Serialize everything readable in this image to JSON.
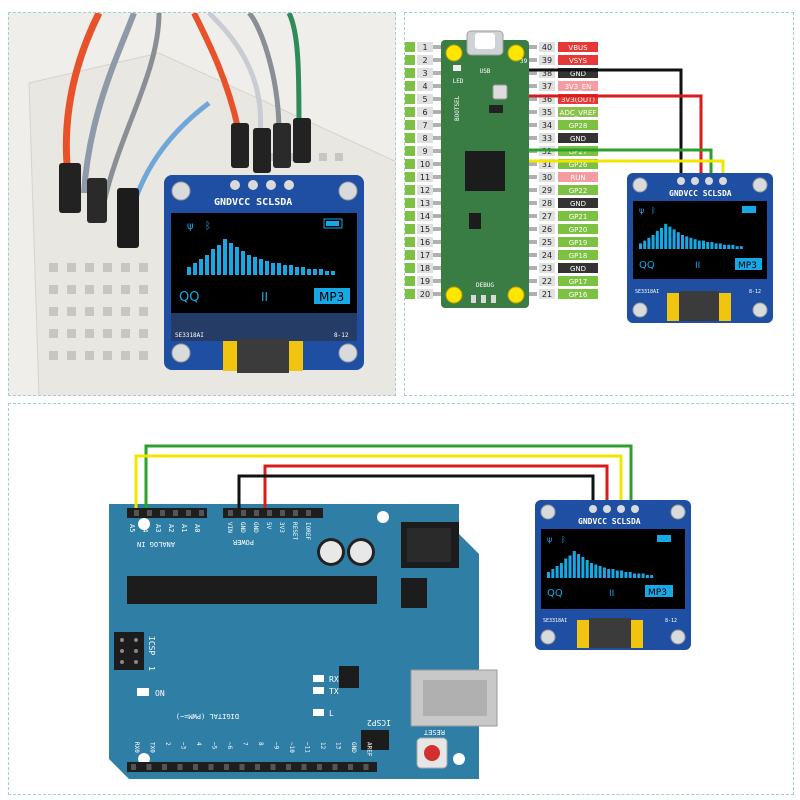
{
  "oled": {
    "header": "GNDVCC SCLSDA",
    "left_text": "QQ",
    "mid_text": "II",
    "right_text": "MP3",
    "chip": "SE3318AI",
    "small": "8-12",
    "bars": [
      4,
      6,
      8,
      10,
      13,
      15,
      18,
      16,
      14,
      12,
      10,
      9,
      8,
      7,
      6,
      6,
      5,
      5,
      4,
      4,
      3,
      3,
      3,
      2,
      2
    ]
  },
  "pico": {
    "left_pins": [
      "1",
      "2",
      "3",
      "4",
      "5",
      "6",
      "7",
      "8",
      "9",
      "10",
      "11",
      "12",
      "13",
      "14",
      "15",
      "16",
      "17",
      "18",
      "19",
      "20"
    ],
    "right_pins": [
      "40",
      "39",
      "38",
      "37",
      "36",
      "35",
      "34",
      "33",
      "32",
      "31",
      "30",
      "29",
      "28",
      "27",
      "26",
      "25",
      "24",
      "23",
      "22",
      "21"
    ],
    "right_labels": [
      "VBUS",
      "VSYS",
      "GND",
      "3V3_EN",
      "3V3(OUT)",
      "ADC_VREF",
      "GP28",
      "GND",
      "GP27",
      "GP26",
      "RUN",
      "GP22",
      "GND",
      "GP21",
      "GP20",
      "GP19",
      "GP18",
      "GND",
      "GP17",
      "GP16"
    ],
    "right_colors": [
      "#e53935",
      "#e53935",
      "#333333",
      "#f49ca0",
      "#e53935",
      "#8bc34a",
      "#7cc142",
      "#333333",
      "#7cc142",
      "#7cc142",
      "#f49ca0",
      "#7cc142",
      "#333333",
      "#7cc142",
      "#7cc142",
      "#7cc142",
      "#7cc142",
      "#333333",
      "#7cc142",
      "#7cc142"
    ],
    "led": "LED",
    "usb": "USB",
    "bootsel": "BOOTSEL",
    "debug": "DEBUG",
    "corner_39": "39"
  },
  "arduino": {
    "analog_pins": [
      "A5",
      "A4",
      "A3",
      "A2",
      "A1",
      "A0"
    ],
    "analog_label": "ANALOG IN",
    "power_pins": [
      "VIN",
      "GND",
      "GND",
      "5V",
      "3V3",
      "RESET",
      "IOREF"
    ],
    "power_label": "POWER",
    "icsp": "ICSP",
    "icsp2": "ICSP2",
    "on": "ON",
    "rx": "RX",
    "tx": "TX",
    "l": "L",
    "digital_label": "DIGITAL (PWM=~)",
    "digital_pins": [
      "RX0",
      "TX0",
      "2",
      "~3",
      "4",
      "~5",
      "~6",
      "7",
      "8",
      "~9",
      "~10",
      "~11",
      "12",
      "13",
      "GND",
      "AREF"
    ],
    "reset": "RESET",
    "one": "1"
  },
  "colors": {
    "wire_green": "#2ca02c",
    "wire_yellow": "#f2e600",
    "wire_red": "#d81b1b",
    "wire_black": "#111111",
    "arduino_board": "#2e7ea6",
    "oled_board": "#1f4fa3",
    "oled_text": "#17a9e6",
    "pico_board": "#3a7d44"
  }
}
